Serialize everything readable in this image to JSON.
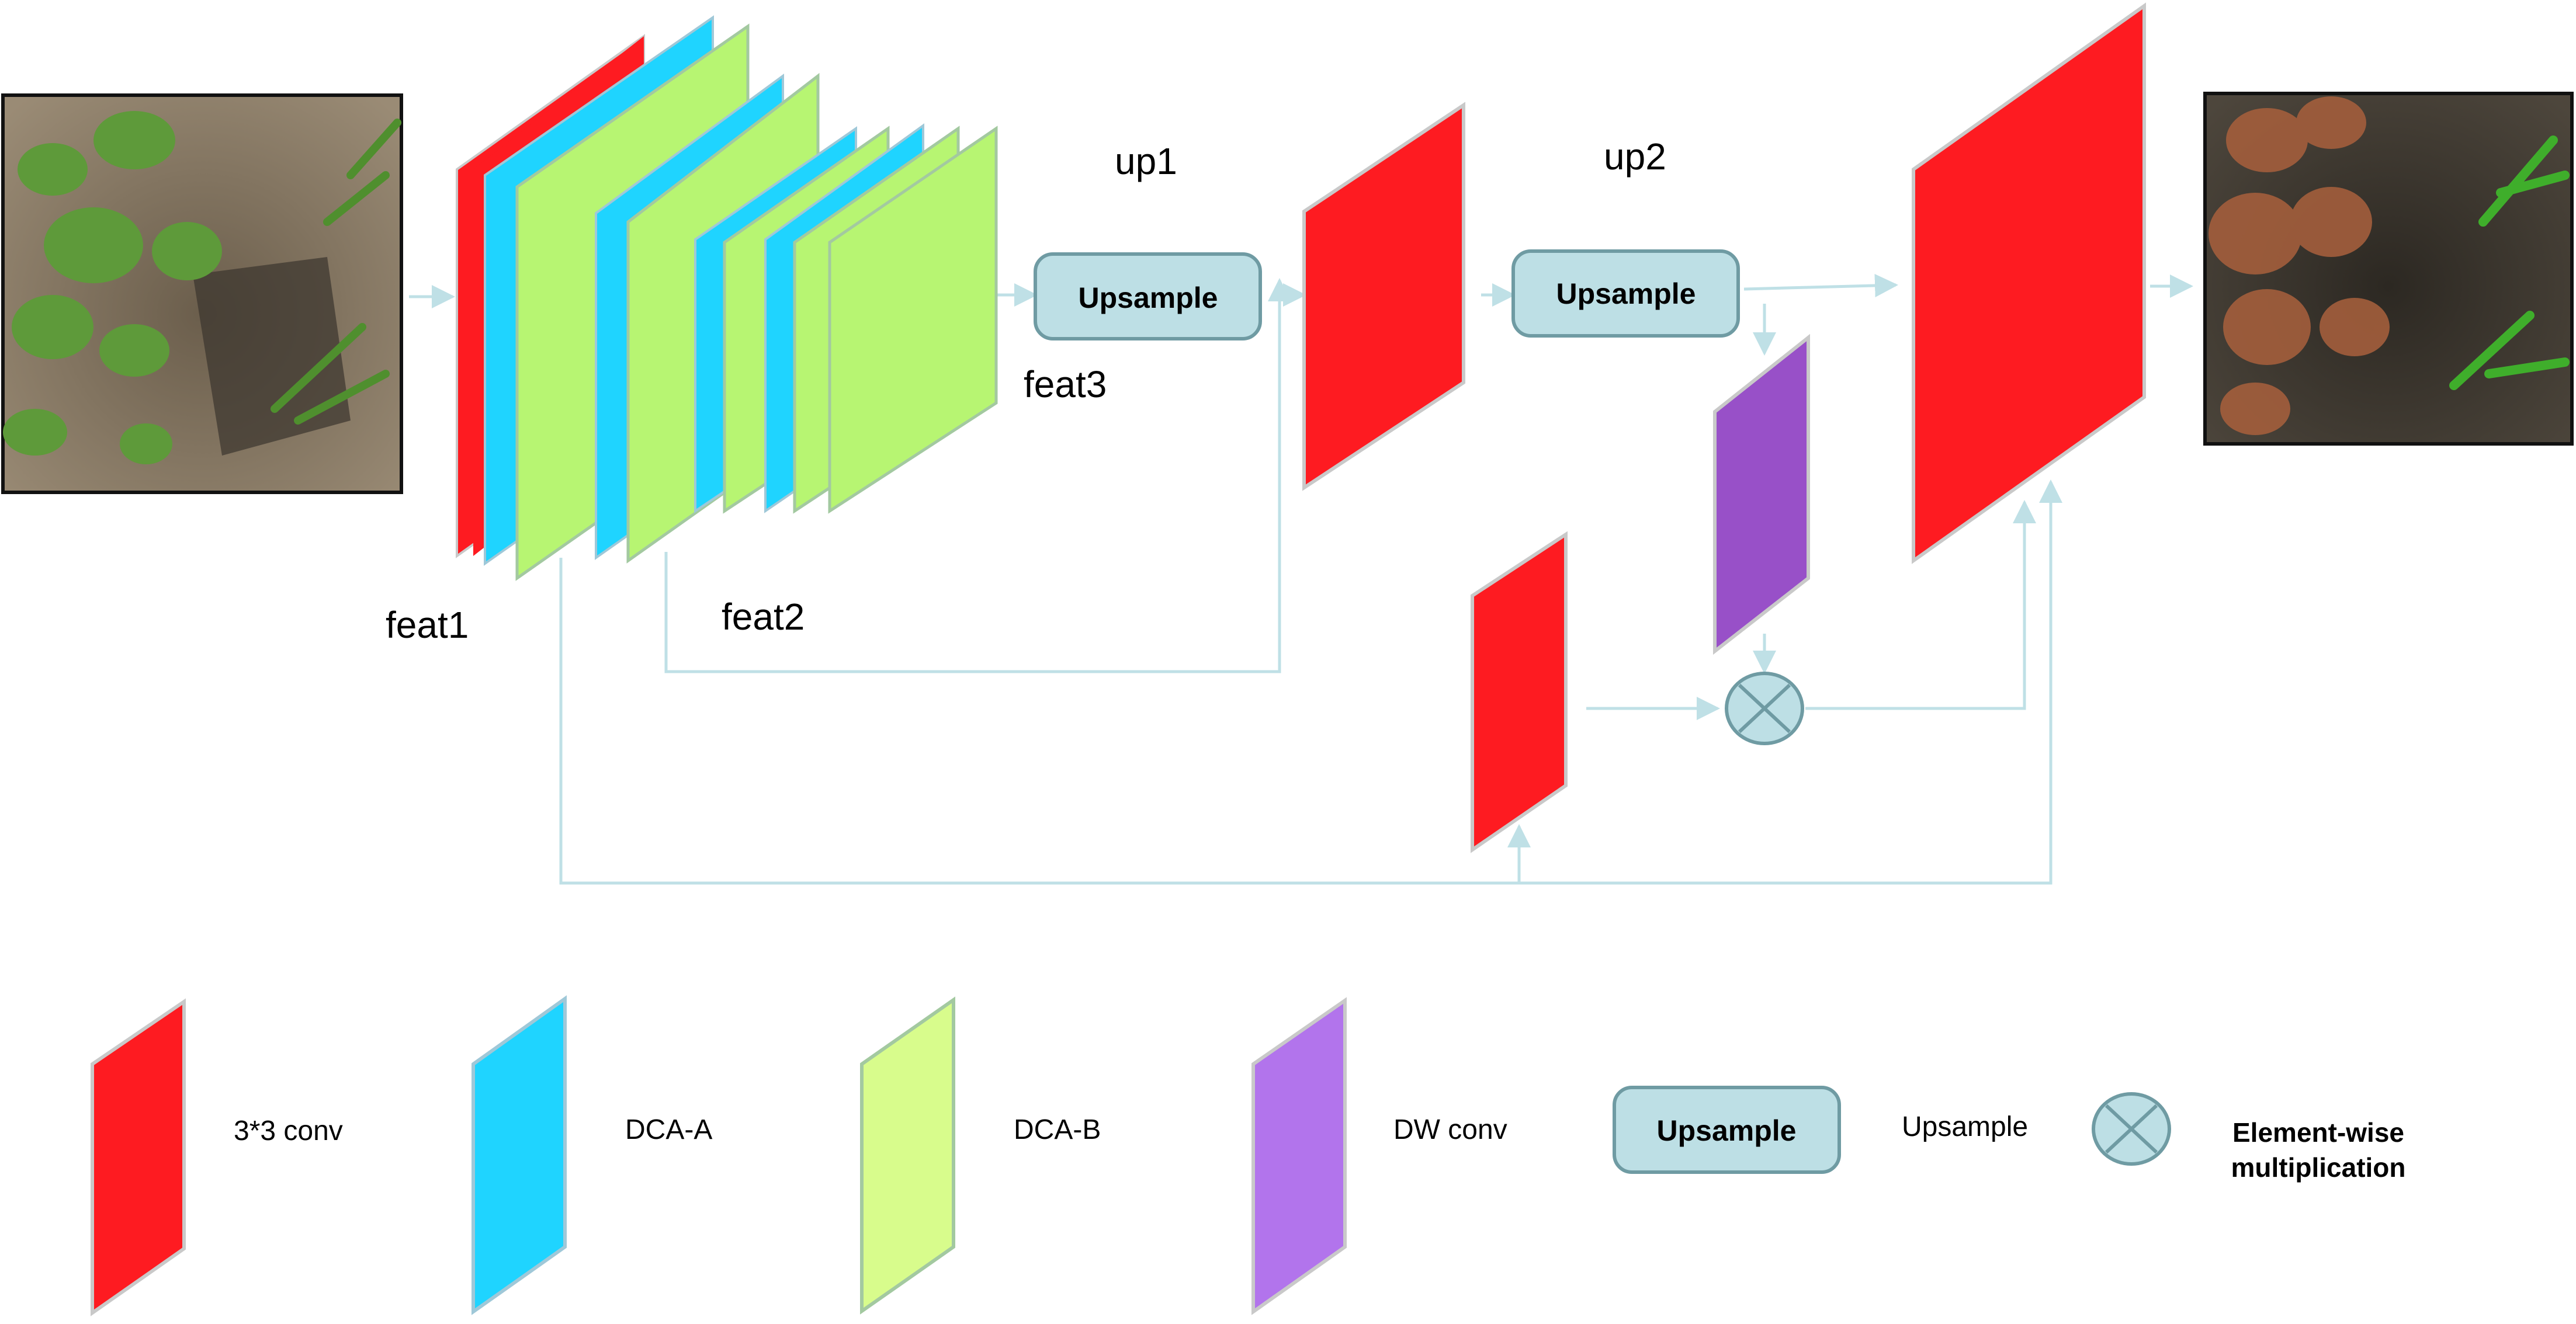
{
  "labels": {
    "feat1": "feat1",
    "feat2": "feat2",
    "feat3": "feat3",
    "up1": "up1",
    "up2": "up2"
  },
  "blocks": {
    "upsample1": "Upsample",
    "upsample2": "Upsample"
  },
  "legend": {
    "conv": "3*3 conv",
    "dca_a": "DCA-A",
    "dca_b": "DCA-B",
    "dw_conv": "DW conv",
    "upsample_box": "Upsample",
    "upsample": "Upsample",
    "multiply_line1": "Element-wise",
    "multiply_line2": "multiplication"
  },
  "images": {
    "input": "input-field-image",
    "output": "segmented-output-image"
  },
  "colors": {
    "conv": "#fe1b21",
    "dca_a": "#1fd4ff",
    "dca_b": "#b7f572",
    "dca_b_legend": "#d8fc8c",
    "dw_conv": "#9850c8",
    "dw_conv_legend": "#b274ec",
    "block_fill": "#bddfe5",
    "block_stroke": "#6f9ba3",
    "connector": "#bfe0e6"
  }
}
